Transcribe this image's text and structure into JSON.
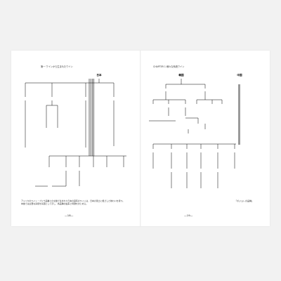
{
  "left_page": {
    "running_head": "第一 ワインから生まれたワイン",
    "folio": "—18—",
    "root": "日本",
    "paragraph": "アメリカのワイン・ブドウ品種との交雑で生まれた日本の固有のワインは、日本の風土に根ざした味わいを持つ。本章では主要な系統を系図として示し、各品種の由来と特徴をまとめる。"
  },
  "right_page": {
    "running_head": "CHAPTER 1 様々な系統ワイン",
    "folio": "—19—",
    "note": "「ボジョレの品種」",
    "heads": [
      "韓国",
      "中国"
    ]
  }
}
